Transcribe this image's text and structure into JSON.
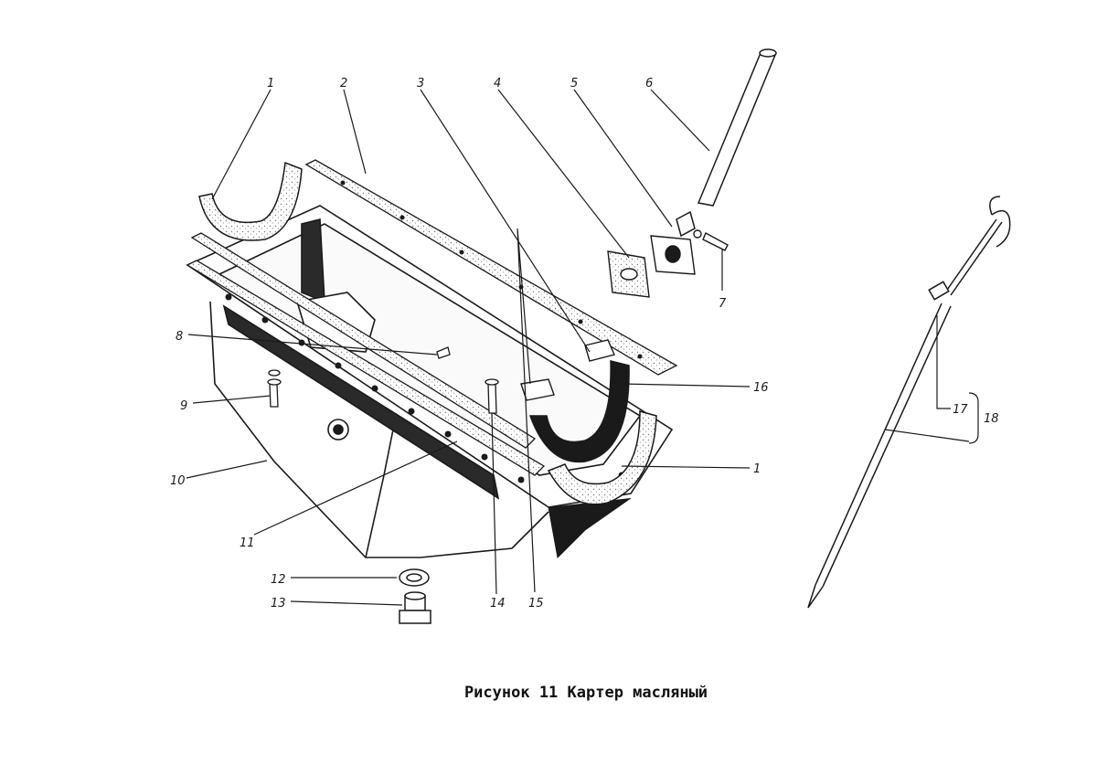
{
  "caption": "Рисунок 11 Картер масляный",
  "callouts": [
    "1",
    "2",
    "3",
    "4",
    "5",
    "6",
    "7",
    "8",
    "9",
    "10",
    "11",
    "12",
    "13",
    "14",
    "15",
    "16",
    "1",
    "17",
    "18"
  ],
  "colors": {
    "line": "#1a1a1a",
    "hatch": "#9a9a9a",
    "background": "#ffffff"
  }
}
